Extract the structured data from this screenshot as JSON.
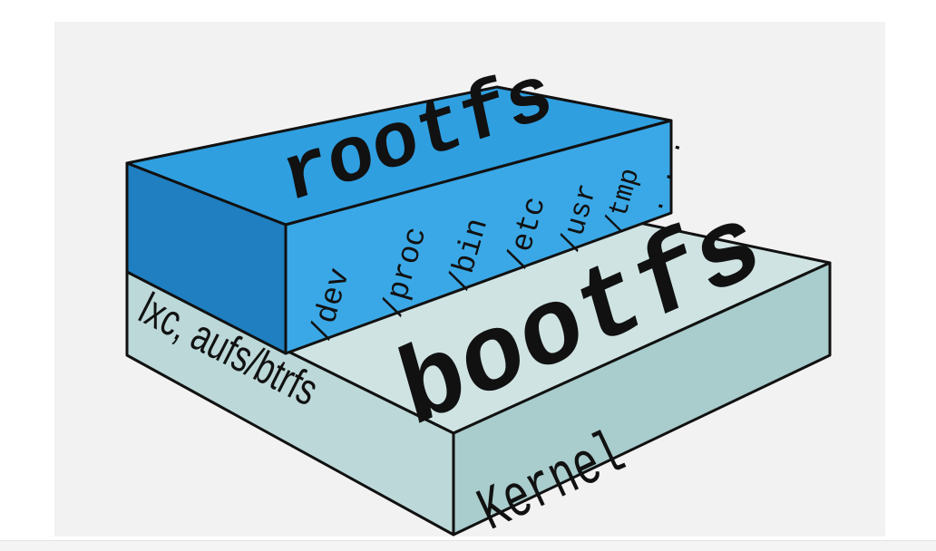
{
  "colors": {
    "rootfs_top": "#2f9fe0",
    "rootfs_front": "#3aa8e6",
    "rootfs_side": "#1f7fc0",
    "bootfs_top": "#cfe3e3",
    "bootfs_front": "#bcd8d8",
    "bootfs_side": "#a9cccc",
    "outline": "#111111",
    "panel_bg": "#f2f2f2"
  },
  "labels": {
    "rootfs": "rootfs",
    "bootfs": "bootfs",
    "kernel": "Kernel",
    "lxc": "lxc, aufs/btrfs"
  },
  "directories": [
    "/dev",
    "/proc",
    "/bin",
    "/etc",
    "/usr",
    "/tmp",
    ". . ."
  ]
}
